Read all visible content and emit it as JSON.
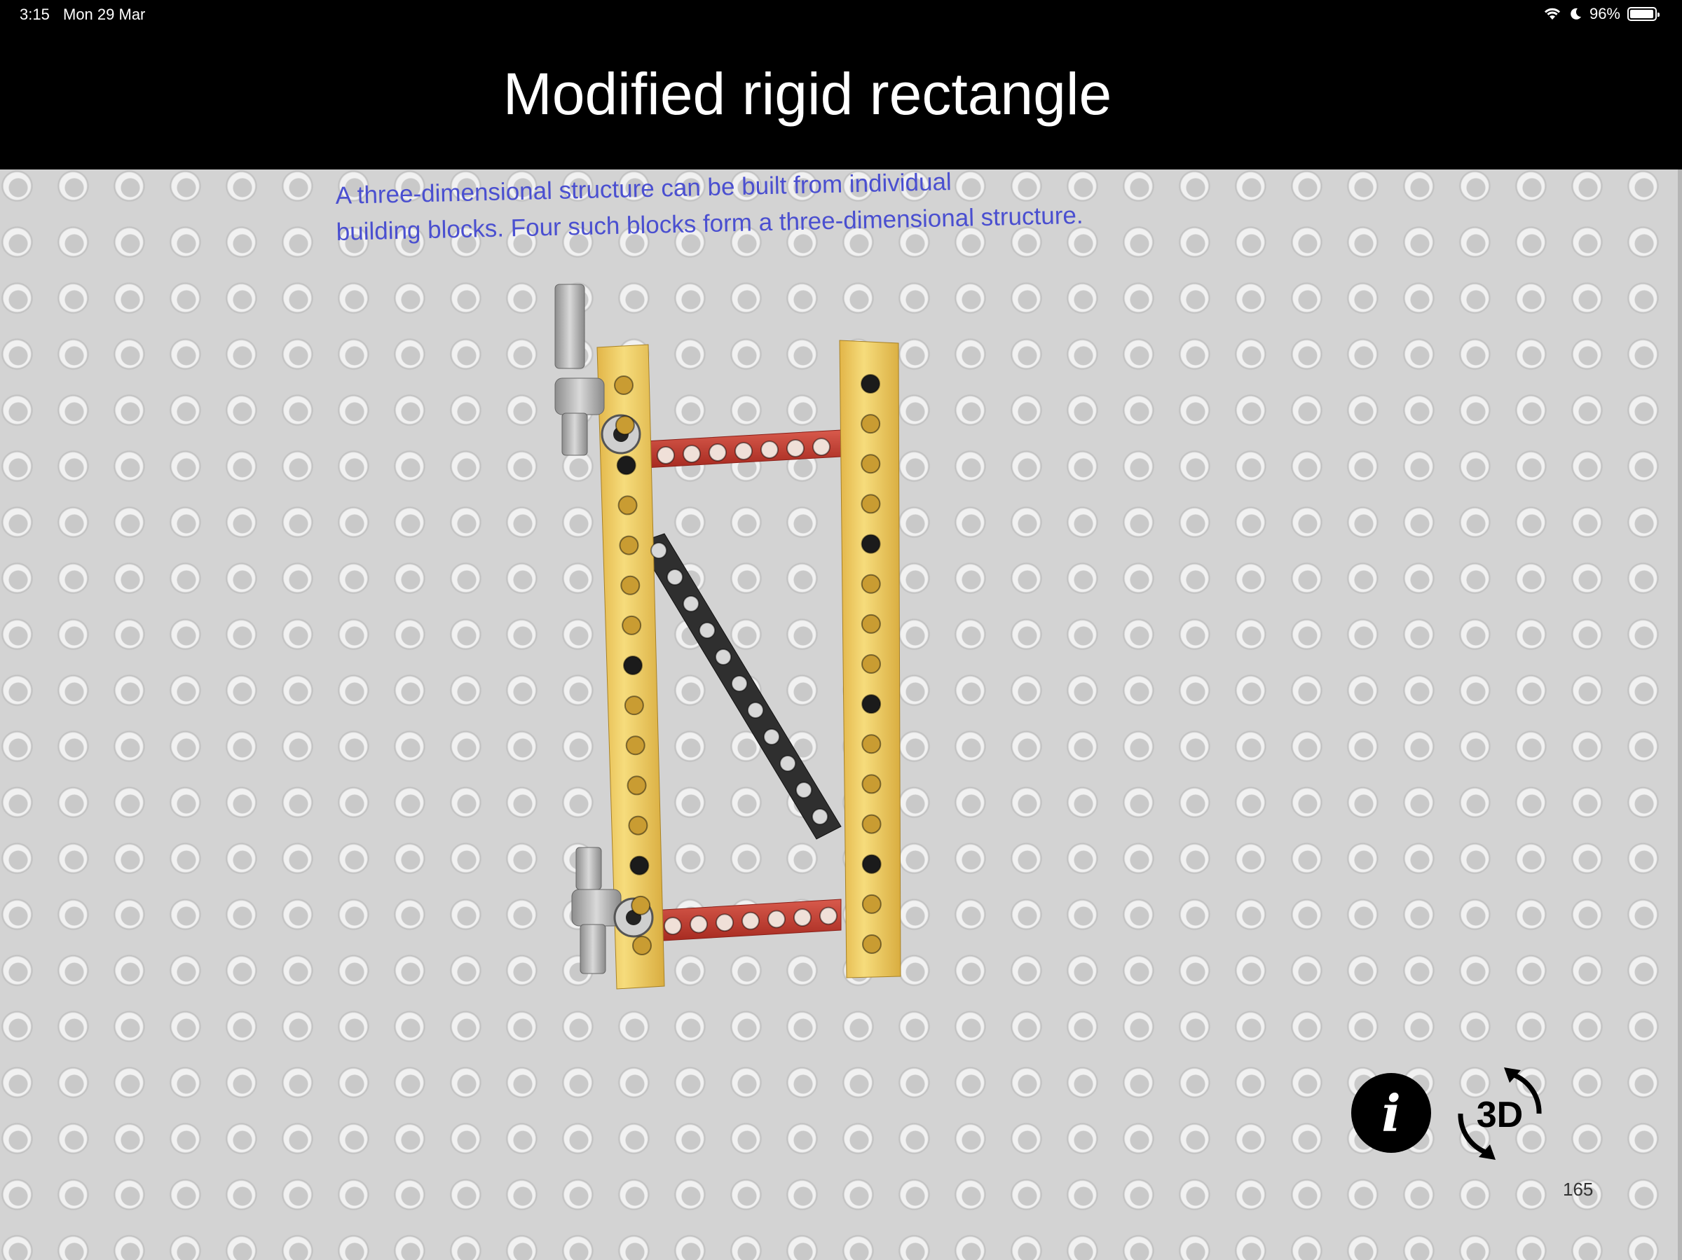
{
  "status_bar": {
    "time": "3:15",
    "date": "Mon 29 Mar",
    "battery": "96%",
    "battery_level": 0.96
  },
  "page": {
    "title": "Modified rigid rectangle",
    "description": [
      "A three-dimensional structure can be built from individual",
      "building blocks. Four such blocks form a three-dimensional structure."
    ],
    "page_number": "165"
  },
  "controls": {
    "info_label": "i",
    "rotate_label": "3D"
  },
  "colors": {
    "header": "#000000",
    "description": "#4a4fd0",
    "beam_yellow": "#f2d169",
    "beam_red": "#c0392b",
    "beam_black": "#2b2b2b",
    "connector_gray": "#a9a9a9",
    "baseplate": "#d3d3d3"
  }
}
